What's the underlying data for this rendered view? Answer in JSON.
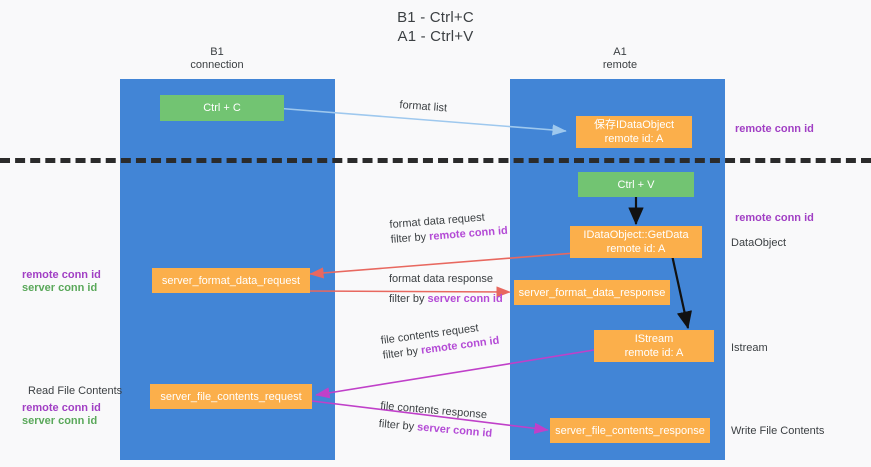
{
  "title": {
    "line1": "B1 - Ctrl+C",
    "line2": "A1 - Ctrl+V"
  },
  "columns": [
    {
      "name": "B1",
      "sub": "connection"
    },
    {
      "name": "A1",
      "sub": "remote"
    }
  ],
  "boxes": {
    "ctrl_c": {
      "line1": "Ctrl + C",
      "color": "#72c472"
    },
    "ctrl_v": {
      "line1": "Ctrl + V",
      "color": "#72c472"
    },
    "idataobject": {
      "line1": "保存IDataObject",
      "line2": "remote id: A",
      "color": "#fbaf4b"
    },
    "getdata": {
      "line1": "IDataObject::GetData",
      "line2": "remote id: A",
      "color": "#fbaf4b"
    },
    "istream": {
      "line1": "IStream",
      "line2": "remote id: A",
      "color": "#fbaf4b"
    },
    "server_format_data_request": {
      "line1": "server_format_data_request",
      "color": "#fbaf4b"
    },
    "server_format_data_response": {
      "line1": "server_format_data_response",
      "color": "#fbaf4b"
    },
    "server_file_contents_request": {
      "line1": "server_file_contents_request",
      "color": "#fbaf4b"
    },
    "server_file_contents_response": {
      "line1": "server_file_contents_response",
      "color": "#fbaf4b"
    }
  },
  "right_labels": {
    "remote_conn_id_top": "remote conn id",
    "remote_conn_id_mid": "remote conn id",
    "dataobject": "DataObject",
    "istream": "Istream",
    "write_file_contents": "Write File Contents"
  },
  "left_labels": {
    "remote_conn_id": "remote conn id",
    "server_conn_id": "server conn id",
    "read_file_contents": "Read File Contents",
    "remote_conn_id_2": "remote conn id",
    "server_conn_id_2": "server conn id"
  },
  "edges": [
    {
      "id": "format-list",
      "line1": "format list",
      "line2": "",
      "highlight": "",
      "color": "#9ec8ee"
    },
    {
      "id": "format-data-request",
      "line1": "format data request",
      "line2_prefix": "filter by ",
      "highlight": "remote conn id",
      "color": "#e8685f"
    },
    {
      "id": "format-data-response",
      "line1": "format data response",
      "line2_prefix": "filter by ",
      "highlight": "server conn id",
      "color": "#e8685f"
    },
    {
      "id": "file-contents-request",
      "line1": "file contents request",
      "line2_prefix": "filter by ",
      "highlight": "remote conn id",
      "color": "#c040c9"
    },
    {
      "id": "file-contents-response",
      "line1": "file contents response",
      "line2_prefix": "filter by ",
      "highlight": "server conn id",
      "color": "#c040c9"
    }
  ],
  "colors": {
    "lane": "#4285d6",
    "orange": "#fbaf4b",
    "green": "#72c472",
    "purple_text": "#a13fc4",
    "green_text": "#5aa85a",
    "red_arrow": "#e8685f",
    "magenta_arrow": "#c040c9",
    "blue_arrow": "#9ec8ee",
    "black_arrow": "#111111",
    "background": "#f9f9fa"
  }
}
